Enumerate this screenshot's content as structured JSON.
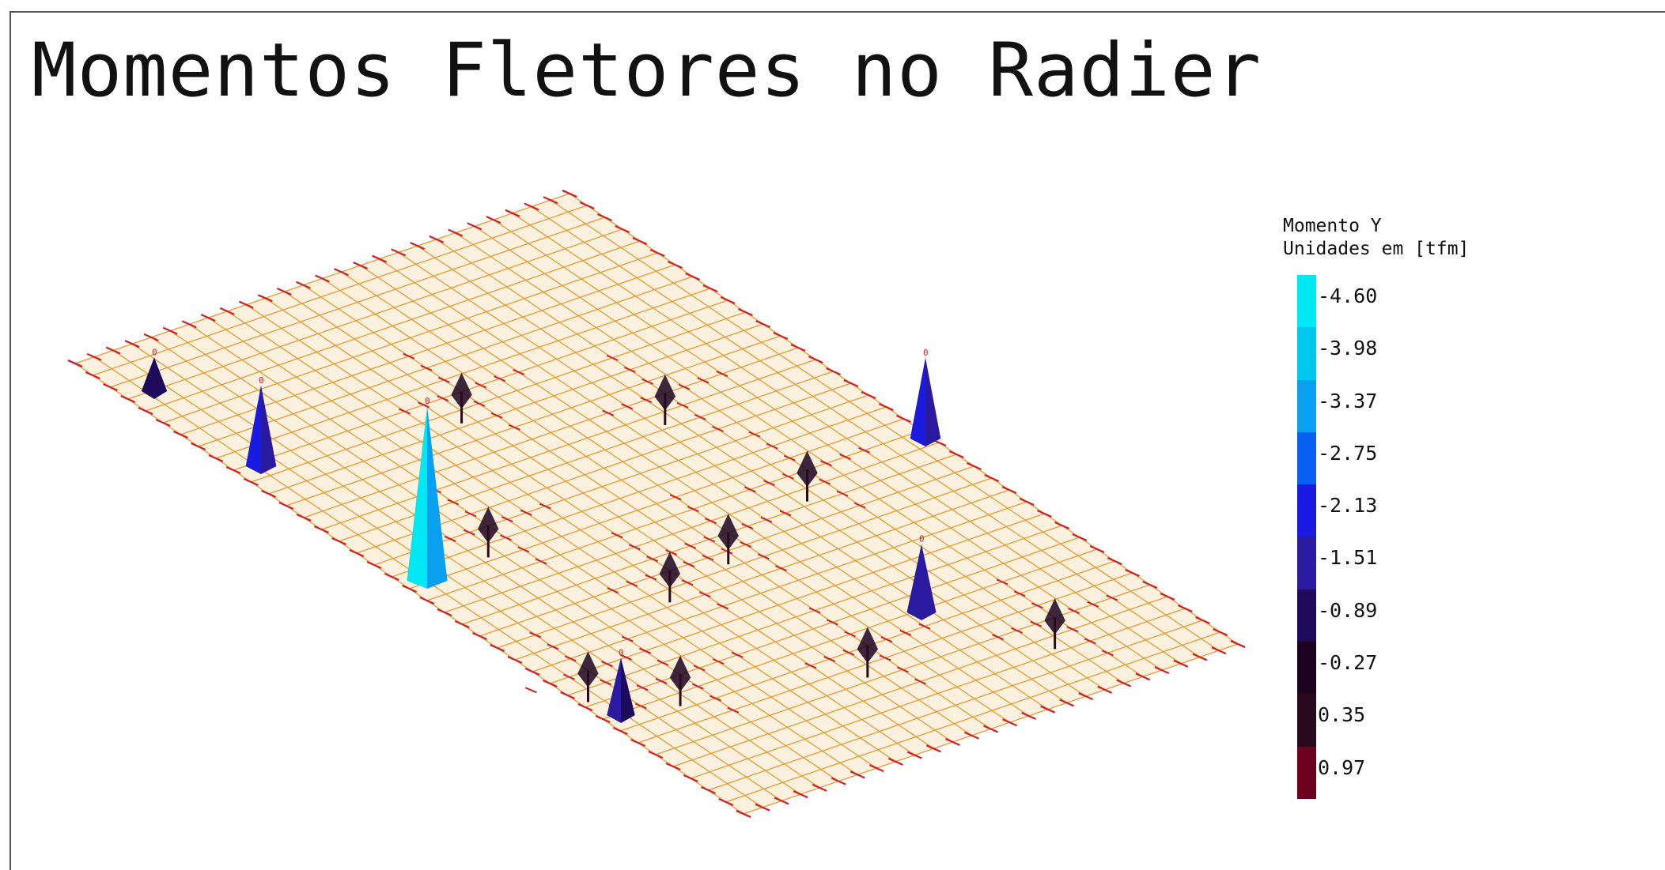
{
  "title": "Momentos Fletores no Radier",
  "legend": {
    "title_line1": "Momento Y",
    "title_line2": "Unidades em [tfm]",
    "entries": [
      {
        "label": "-4.60",
        "color": "#00e8f4"
      },
      {
        "label": "-3.98",
        "color": "#00c8f0"
      },
      {
        "label": "-3.37",
        "color": "#0aa0f0"
      },
      {
        "label": "-2.75",
        "color": "#0a60ee"
      },
      {
        "label": "-2.13",
        "color": "#1a1ae0"
      },
      {
        "label": "-1.51",
        "color": "#2a1aa0"
      },
      {
        "label": "-0.89",
        "color": "#1e0a5c"
      },
      {
        "label": "-0.27",
        "color": "#1c0420"
      },
      {
        "label": "0.35",
        "color": "#2a0a1a"
      },
      {
        "label": "0.97",
        "color": "#6e0020"
      }
    ]
  },
  "mesh": {
    "grid_color": "#e59a32",
    "fill_color": "#fcf1de",
    "annotation_color": "#d0202a",
    "peaks": [
      {
        "label": "0",
        "moment": -4.6
      },
      {
        "label": "0",
        "moment": -2.13
      },
      {
        "label": "0",
        "moment": -1.8
      },
      {
        "label": "0",
        "moment": -2.13
      },
      {
        "label": "0",
        "moment": -1.51
      },
      {
        "label": "0",
        "moment": -0.89
      }
    ]
  }
}
